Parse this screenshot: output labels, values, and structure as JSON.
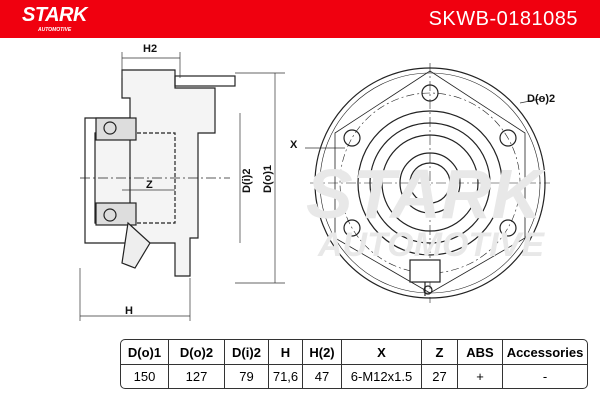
{
  "header": {
    "brand": "STARK",
    "brand_sub": "AUTOMOTIVE",
    "part_number": "SKWB-0181085",
    "color": "#f0000f"
  },
  "watermark": {
    "line1": "STARK",
    "line2": "AUTOMOTIVE"
  },
  "labels": {
    "h2": "H2",
    "di2": "D(i)2",
    "do1": "D(o)1",
    "x": "X",
    "z": "Z",
    "h": "H",
    "do2": "D(o)2"
  },
  "table": {
    "headers": [
      "D(o)1",
      "D(o)2",
      "D(i)2",
      "H",
      "H(2)",
      "X",
      "Z",
      "ABS",
      "Accessories"
    ],
    "values": [
      "150",
      "127",
      "79",
      "71,6",
      "47",
      "6-M12x1.5",
      "27",
      "+",
      "-"
    ]
  }
}
